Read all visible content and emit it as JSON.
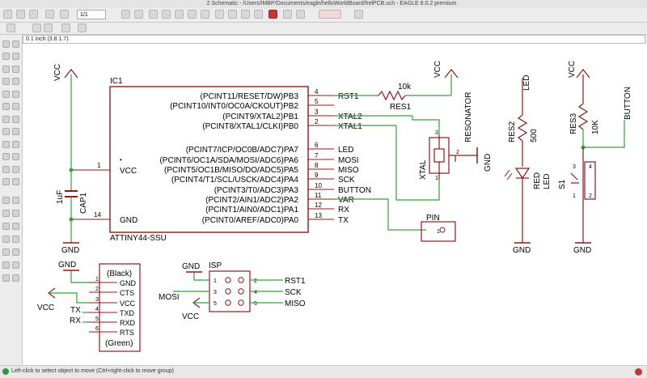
{
  "window": {
    "title": "2 Schematic - /Users/IMBP/Documents/eagle/helloWorldBoard/helPCB.sch - EAGLE 8.0.2 premium"
  },
  "toolbar": {
    "sheet_value": "1/1"
  },
  "coordinate_readout": "0.1 inch (3.8 1.7)",
  "status": {
    "message": "Left-click to select object to move (Ctrl+right-click to move group)"
  },
  "schematic": {
    "ic": {
      "name": "IC1",
      "value": "ATTINY44-SSU",
      "left_pins": [
        {
          "num": "1",
          "name": "VCC"
        },
        {
          "num": "14",
          "name": "GND"
        }
      ],
      "right_pins": [
        {
          "num": "4",
          "func": "(PCINT11/RESET/DW)PB3",
          "net": "RST1"
        },
        {
          "num": "5",
          "func": "(PCINT10/INT0/OC0A/CKOUT)PB2",
          "net": ""
        },
        {
          "num": "3",
          "func": "(PCINT9/XTAL2)PB1",
          "net": "XTAL2"
        },
        {
          "num": "2",
          "func": "(PCINT8/XTAL1/CLKI)PB0",
          "net": "XTAL1"
        },
        {
          "num": "6",
          "func": "(PCINT7/ICP/OC0B/ADC7)PA7",
          "net": "LED"
        },
        {
          "num": "7",
          "func": "(PCINT6/OC1A/SDA/MOSI/ADC6)PA6",
          "net": "MOSI"
        },
        {
          "num": "8",
          "func": "(PCINT5/OC1B/MISO/DO/ADC5)PA5",
          "net": "MISO"
        },
        {
          "num": "9",
          "func": "(PCINT4/T1/SCL/USCK/ADC4)PA4",
          "net": "SCK"
        },
        {
          "num": "10",
          "func": "(PCINT3/T0/ADC3)PA3",
          "net": "BUTTON"
        },
        {
          "num": "11",
          "func": "(PCINT2/AIN1/ADC2)PA2",
          "net": "VAR"
        },
        {
          "num": "12",
          "func": "(PCINT1/AIN0/ADC1)PA1",
          "net": "RX"
        },
        {
          "num": "13",
          "func": "(PCINT0/AREF/ADC0)PA0",
          "net": "TX"
        }
      ]
    },
    "vcc": "VCC",
    "gnd": "GND",
    "cap": {
      "name": "CAP1",
      "value": "1uF"
    },
    "res1": {
      "name": "RES1",
      "value": "10k"
    },
    "resonator": {
      "name": "RESONATOR",
      "pins": [
        "3",
        "2",
        "1"
      ],
      "label": "XTAL"
    },
    "pin": {
      "name": "PIN",
      "num": "1"
    },
    "led_net": "LED",
    "res2": {
      "name": "RES2",
      "value": "500"
    },
    "led": {
      "color": "RED",
      "name": "LED"
    },
    "res3": {
      "name": "RES3",
      "value": "10K"
    },
    "button_net": "BUTTON",
    "switch": {
      "name": "S1",
      "pins": [
        "3",
        "4",
        "1",
        "2"
      ]
    },
    "ftdi": {
      "top_label": "(Black)",
      "bottom_label": "(Green)",
      "pins": [
        {
          "num": "1",
          "name": "GND"
        },
        {
          "num": "2",
          "name": "CTS"
        },
        {
          "num": "3",
          "name": "VCC"
        },
        {
          "num": "4",
          "name": "TXD"
        },
        {
          "num": "5",
          "name": "RXD"
        },
        {
          "num": "6",
          "name": "RTS"
        }
      ],
      "tx": "TX",
      "rx": "RX"
    },
    "isp": {
      "name": "ISP",
      "pins": [
        "1",
        "2",
        "3",
        "4",
        "5",
        "6"
      ],
      "nets": {
        "rst": "RST1",
        "sck": "SCK",
        "miso": "MISO",
        "mosi": "MOSI"
      }
    }
  },
  "colors": {
    "wire": "#2ea33a",
    "part": "#8b1a1a",
    "text": "#000000"
  }
}
